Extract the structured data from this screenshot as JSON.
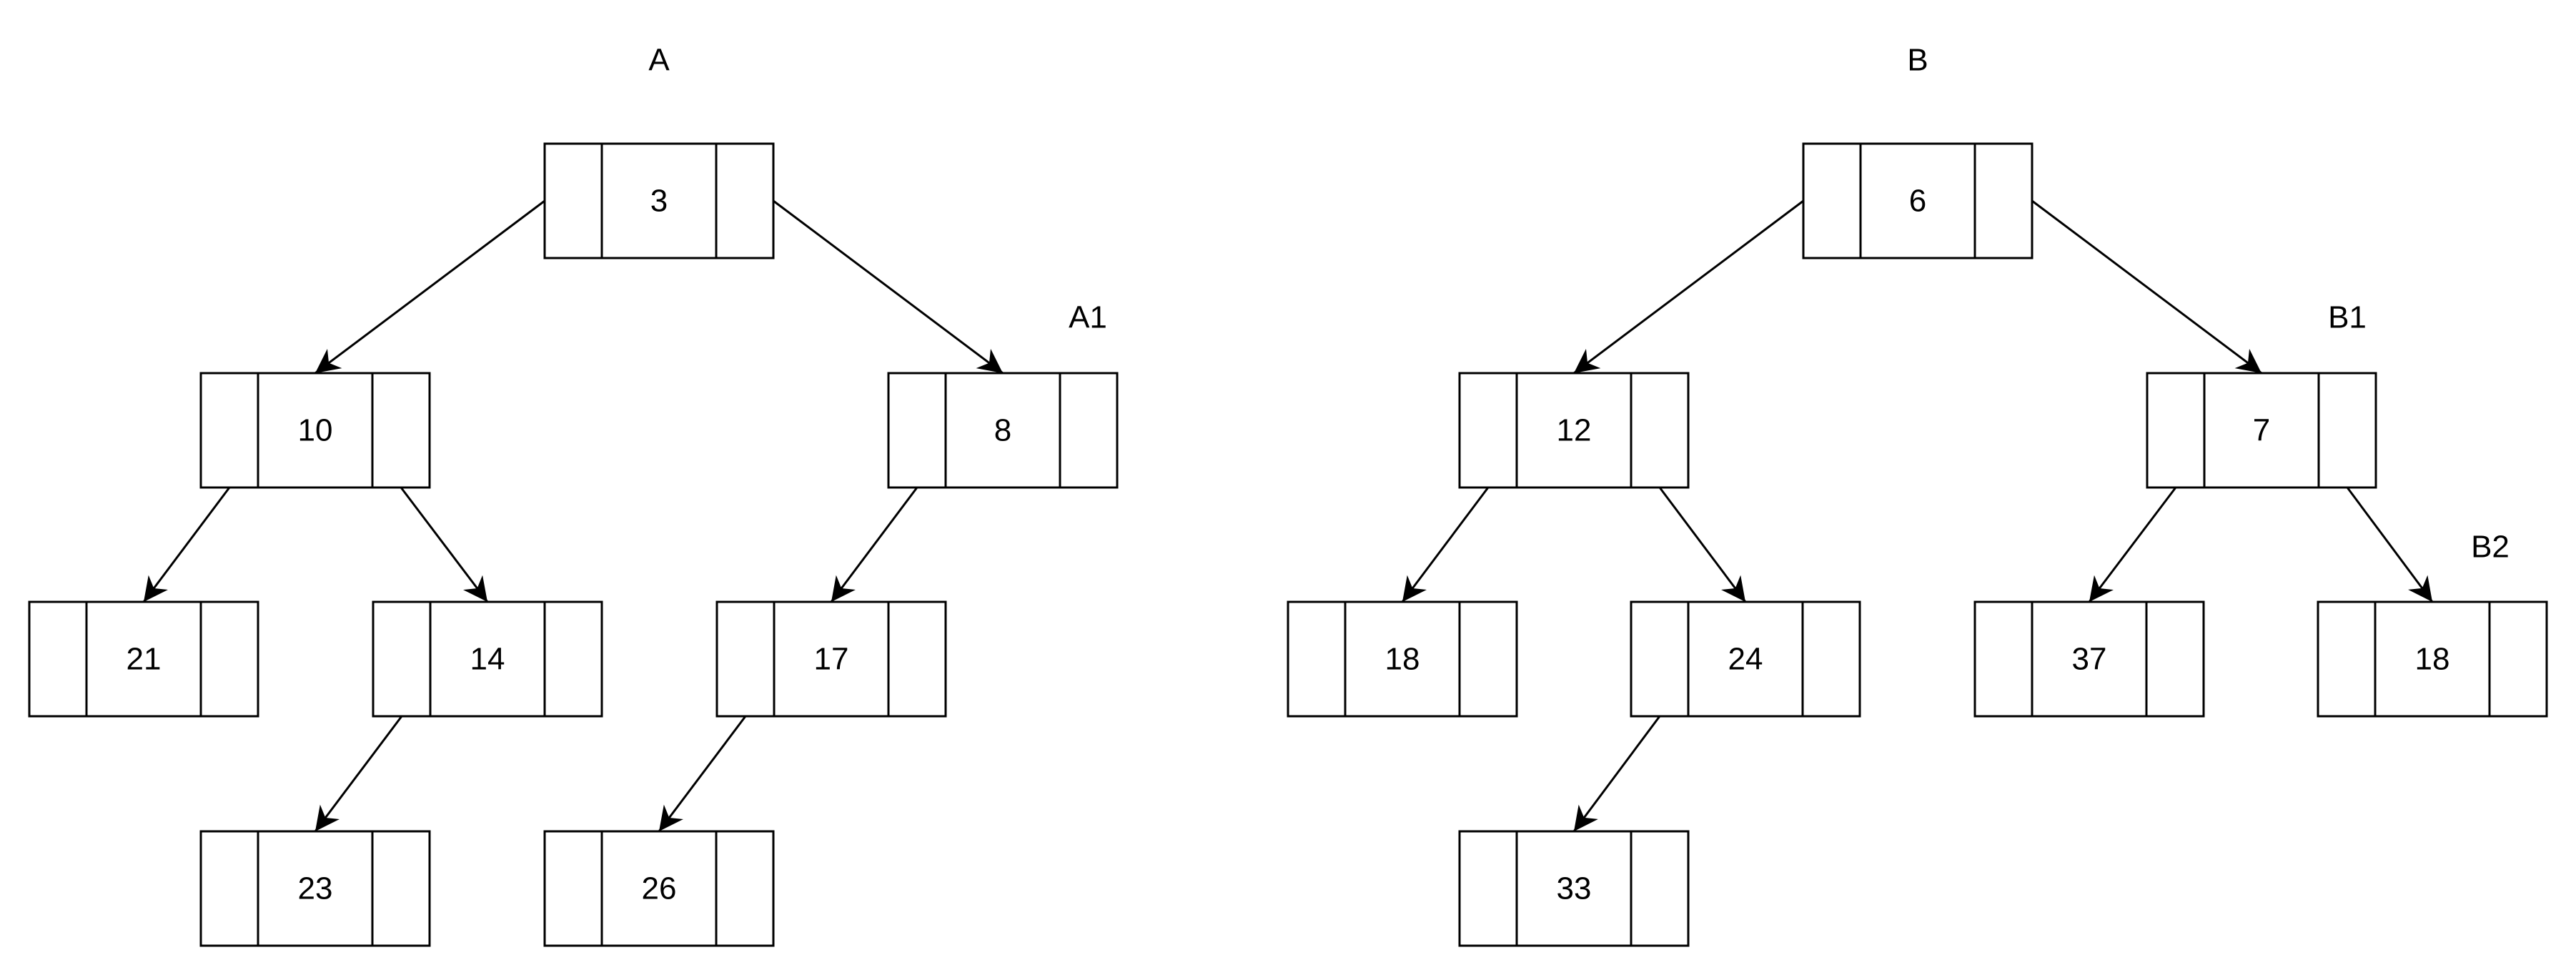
{
  "trees": [
    {
      "id": "A",
      "title": "A",
      "nodes": [
        {
          "id": "a-3",
          "value": "3"
        },
        {
          "id": "a-10",
          "value": "10"
        },
        {
          "id": "a-8",
          "value": "8"
        },
        {
          "id": "a-21",
          "value": "21"
        },
        {
          "id": "a-14",
          "value": "14"
        },
        {
          "id": "a-17",
          "value": "17"
        },
        {
          "id": "a-23",
          "value": "23"
        },
        {
          "id": "a-26",
          "value": "26"
        }
      ],
      "edges": [
        {
          "from": "a-3",
          "to": "a-10"
        },
        {
          "from": "a-3",
          "to": "a-8"
        },
        {
          "from": "a-10",
          "to": "a-21"
        },
        {
          "from": "a-10",
          "to": "a-14"
        },
        {
          "from": "a-8",
          "to": "a-17"
        },
        {
          "from": "a-14",
          "to": "a-23"
        },
        {
          "from": "a-17",
          "to": "a-26"
        }
      ],
      "subtree_labels": [
        {
          "id": "label-a1",
          "text": "A1",
          "near": "a-8"
        }
      ]
    },
    {
      "id": "B",
      "title": "B",
      "nodes": [
        {
          "id": "b-6",
          "value": "6"
        },
        {
          "id": "b-12",
          "value": "12"
        },
        {
          "id": "b-7",
          "value": "7"
        },
        {
          "id": "b-18a",
          "value": "18"
        },
        {
          "id": "b-24",
          "value": "24"
        },
        {
          "id": "b-37",
          "value": "37"
        },
        {
          "id": "b-18b",
          "value": "18"
        },
        {
          "id": "b-33",
          "value": "33"
        }
      ],
      "edges": [
        {
          "from": "b-6",
          "to": "b-12"
        },
        {
          "from": "b-6",
          "to": "b-7"
        },
        {
          "from": "b-12",
          "to": "b-18a"
        },
        {
          "from": "b-12",
          "to": "b-24"
        },
        {
          "from": "b-7",
          "to": "b-37"
        },
        {
          "from": "b-7",
          "to": "b-18b"
        },
        {
          "from": "b-24",
          "to": "b-33"
        }
      ],
      "subtree_labels": [
        {
          "id": "label-b1",
          "text": "B1",
          "near": "b-7"
        },
        {
          "id": "label-b2",
          "text": "B2",
          "near": "b-18b"
        }
      ]
    }
  ]
}
